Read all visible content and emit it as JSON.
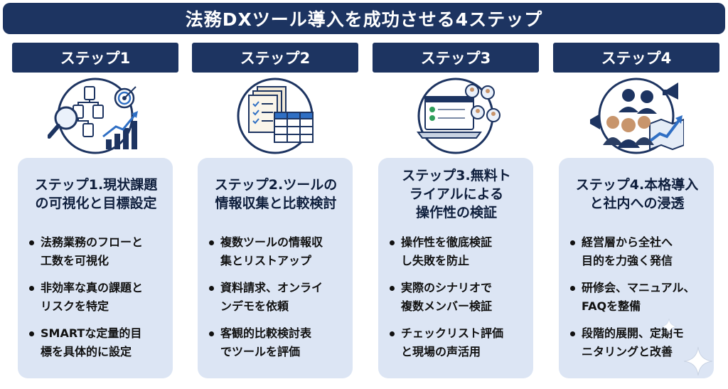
{
  "title": "法務DXツール導入を成功させる4ステップ",
  "colors": {
    "navy": "#1d3461",
    "card": "#dce5f4",
    "accent": "#2f6fc4"
  },
  "steps": [
    {
      "header": "ステップ1",
      "card_title": "ステップ1.現状課題\nの可視化と目標設定",
      "bullets": [
        "法務業務のフローと\n工数を可視化",
        "非効率な真の課題と\nリスクを特定",
        "SMARTな定量的目\n標を具体的に設定"
      ],
      "icons": [
        "magnifier-icon",
        "flowchart-icon",
        "target-icon",
        "growth-chart-icon"
      ]
    },
    {
      "header": "ステップ2",
      "card_title": "ステップ2.ツールの\n情報収集と比較検討",
      "bullets": [
        "複数ツールの情報収\n集とリストアップ",
        "資料請求、オンライ\nンデモを依頼",
        "客観的比較検討表\nでツールを評価"
      ],
      "icons": [
        "checklist-documents-icon",
        "comparison-table-icon"
      ]
    },
    {
      "header": "ステップ3",
      "card_title": "ステップ3.無料ト\nライアルによる\n操作性の検証",
      "bullets": [
        "操作性を徹底検証\nし失敗を防止",
        "実際のシナリオで\n複数メンバー検証",
        "チェックリスト評価\nと現場の声活用"
      ],
      "icons": [
        "laptop-icon",
        "users-icon"
      ]
    },
    {
      "header": "ステップ4",
      "card_title": "ステップ4.本格導入\nと社内への浸透",
      "bullets": [
        "経営層から全社へ\n目的を力強く発信",
        "研修会、マニュアル、\nFAQを整備",
        "段階的展開、定期モ\nニタリングと改善"
      ],
      "icons": [
        "megaphone-icon",
        "team-icon",
        "growth-map-icon"
      ]
    }
  ]
}
